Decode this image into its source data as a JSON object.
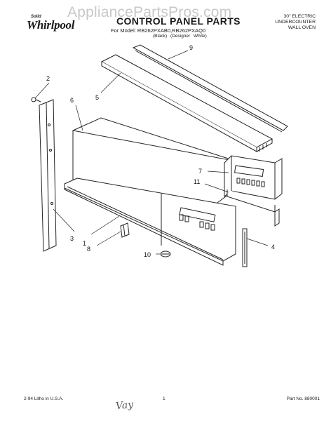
{
  "watermark": "AppliancePartsPros.com",
  "brand": {
    "name": "Whirlpool",
    "hat": "Solid"
  },
  "header": {
    "title": "CONTROL PANEL PARTS",
    "model_line": "For Model: RB262PXAB0,RB262PXAQ0",
    "color_line": "(Black)    (Designer White)",
    "spec_lines": [
      "30\" ELECTRIC",
      "UNDERCOUNTER",
      "WALL OVEN"
    ]
  },
  "callouts": [
    "1",
    "2",
    "3",
    "4",
    "5",
    "6",
    "7",
    "8",
    "9",
    "10",
    "11"
  ],
  "footer": {
    "left": "2-94  Litho in U.S.A.",
    "center": "1",
    "right": "Part No. 880001"
  },
  "handwriting": "Vay"
}
